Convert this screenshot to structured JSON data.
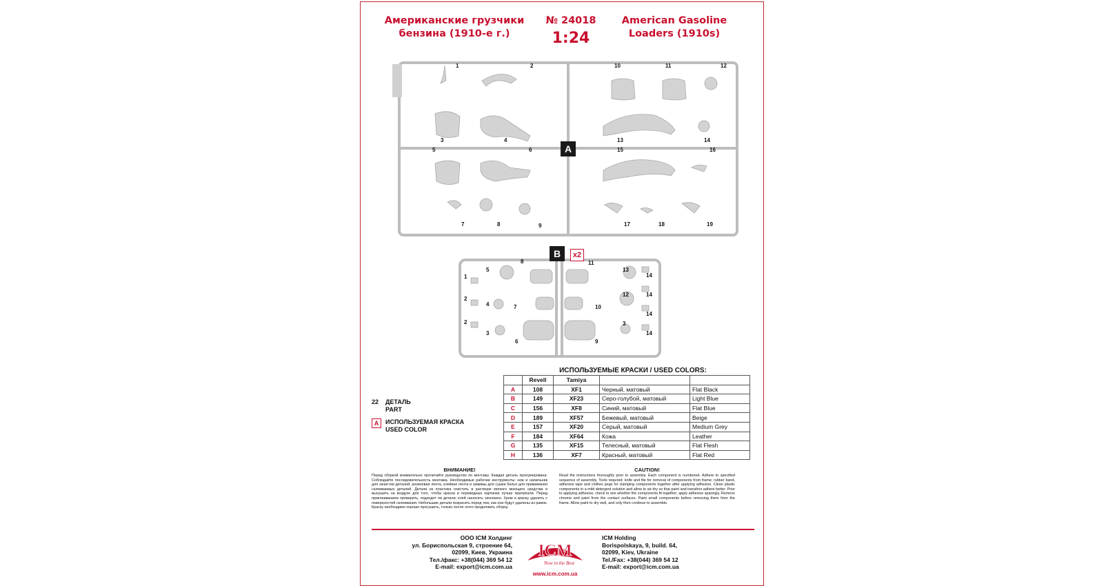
{
  "title": {
    "ru": "Американские грузчики бензина (1910-е г.)",
    "number": "№ 24018",
    "scale": "1:24",
    "en": "American Gasoline Loaders (1910s)"
  },
  "sprue_a": {
    "tag": "A",
    "part_numbers": [
      "1",
      "2",
      "3",
      "4",
      "5",
      "6",
      "7",
      "8",
      "9",
      "10",
      "11",
      "12",
      "13",
      "14",
      "15",
      "16",
      "17",
      "18",
      "19"
    ]
  },
  "sprue_b": {
    "tag": "B",
    "multiplier": "x2",
    "part_numbers": [
      "1",
      "2",
      "2",
      "3",
      "3",
      "4",
      "5",
      "6",
      "7",
      "8",
      "9",
      "10",
      "11",
      "12",
      "13",
      "14",
      "14",
      "14",
      "14"
    ]
  },
  "colors": {
    "title": "ИСПОЛЬЗУЕМЫЕ КРАСКИ / USED COLORS:",
    "headers": [
      "",
      "Revell",
      "Tamiya",
      "",
      ""
    ],
    "rows": [
      {
        "code": "A",
        "revell": "108",
        "tamiya": "XF1",
        "ru": "Черный, матовый",
        "en": "Flat Black"
      },
      {
        "code": "B",
        "revell": "149",
        "tamiya": "XF23",
        "ru": "Серо-голубой, матовый",
        "en": "Light Blue"
      },
      {
        "code": "C",
        "revell": "156",
        "tamiya": "XF8",
        "ru": "Синий, матовый",
        "en": "Flat Blue"
      },
      {
        "code": "D",
        "revell": "189",
        "tamiya": "XF57",
        "ru": "Бежевый, матовый",
        "en": "Beige"
      },
      {
        "code": "E",
        "revell": "157",
        "tamiya": "XF20",
        "ru": "Серый, матовый",
        "en": "Medium Grey"
      },
      {
        "code": "F",
        "revell": "184",
        "tamiya": "XF64",
        "ru": "Кожа",
        "en": "Leather"
      },
      {
        "code": "G",
        "revell": "135",
        "tamiya": "XF15",
        "ru": "Телесный, матовый",
        "en": "Flat Flesh"
      },
      {
        "code": "H",
        "revell": "136",
        "tamiya": "XF7",
        "ru": "Красный, матовый",
        "en": "Flat Red"
      }
    ]
  },
  "legend": {
    "part_number": "22",
    "part_ru": "ДЕТАЛЬ",
    "part_en": "PART",
    "color_code": "A",
    "color_ru": "ИСПОЛЬЗУЕМАЯ КРАСКА",
    "color_en": "USED COLOR"
  },
  "warning": {
    "ru_title": "ВНИМАНИЕ!",
    "ru_text": "Перед сборкой внимательно прочитайте руководство по монтажу. Каждая деталь пронумерована. Соблюдайте последовательность монтажа. Необходимые рабочие инструменты: нож и напильник для зачистки деталей; резиновая лента, клейкая лента и зажимы для сушки белья для прижимания склеиваемых деталей. Детали из пластика очистить в растворе мягкого моющего средства и высушить на воздухе для того, чтобы краска и переводные картинки лучше прилипали. Перед приклеиванием проверить, подходят ли детали; клей наносить экономно. Хром и краску удалить с поверхностей склеивания. Небольшие детали покрасить перед тем, как они будут удалены из рамок. Краску необходимо хорошо просушить, только после этого продолжать сборку.",
    "en_title": "CAUTION!",
    "en_text": "Read the instructions thoroughly prior to assembly. Each component is numbered. Adhere to specified sequence of assembly. Tools required: knife and file for removal of components from frame; rubber band, adhesive tape and clothes pegs for clamping components together after applying adhesive. Clean plastic components in a mild detergent solution and allow to air-dry so that paint and transfers adhere better. Prior to applying adhesive, check to see whether the components fit together; apply adhesive sparingly. Remove chrome and paint from the contact surfaces. Paint small components before removing them from the frame. Allow paint to dry well, and only then continue to assemble."
  },
  "footer": {
    "ru_company": "ООО ICM Холдинг",
    "ru_addr1": "ул. Бориспольская 9, строение 64,",
    "ru_addr2": "02099, Киев, Украина",
    "ru_phone": "Тел./факс: +38(044) 369 54 12",
    "ru_email": "E-mail: export@icm.com.ua",
    "en_company": "ICM Holding",
    "en_addr1": "Borispolskaya, 9, build. 64,",
    "en_addr2": "02099, Kiev, Ukraine",
    "en_phone": "Tel./Fax: +38(044) 369 54 12",
    "en_email": "E-mail: export@icm.com.ua",
    "logo_text": "ICM",
    "logo_slogan": "Now in the Best",
    "website": "www.icm.com.ua"
  },
  "colors_theme": {
    "accent": "#c8102e",
    "sprue": "#c9c9c9",
    "part": "#d6d6d6"
  }
}
